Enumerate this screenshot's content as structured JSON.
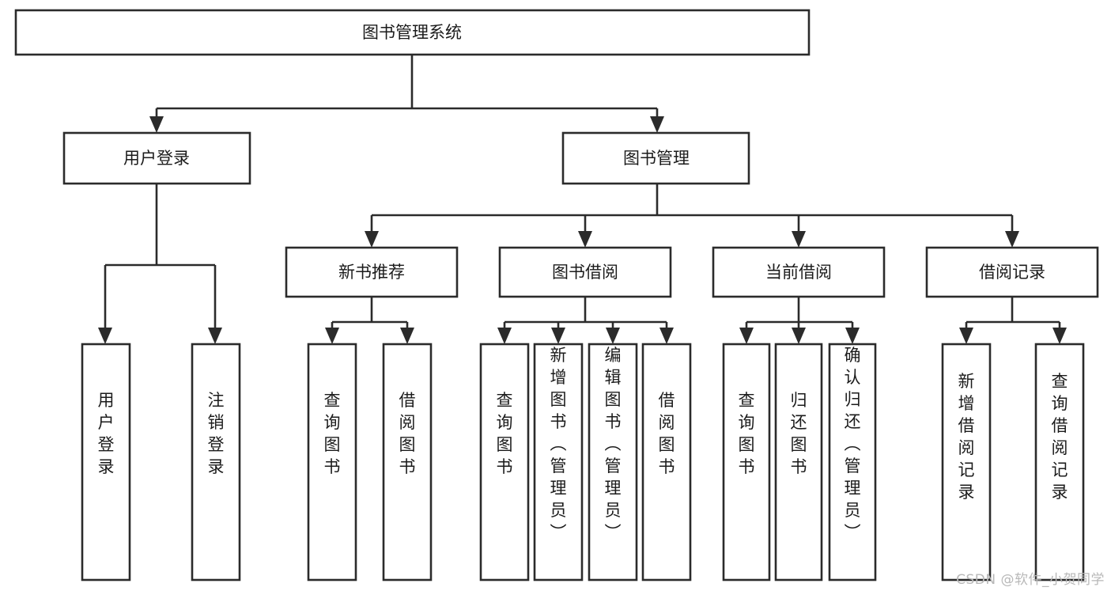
{
  "diagram": {
    "title": "图书管理系统",
    "type": "tree",
    "orientation": "top-down",
    "colors": {
      "box_stroke": "#2b2b2b",
      "box_fill": "#ffffff",
      "connector": "#2b2b2b",
      "text": "#1b1b1b",
      "background": "#ffffff",
      "watermark": "#b8b8b8"
    },
    "root": {
      "label": "图书管理系统"
    },
    "level2": [
      {
        "label": "用户登录"
      },
      {
        "label": "图书管理"
      }
    ],
    "level3": [
      {
        "label": "新书推荐"
      },
      {
        "label": "图书借阅"
      },
      {
        "label": "当前借阅"
      },
      {
        "label": "借阅记录"
      }
    ],
    "leaves_user_login": [
      {
        "label": "用户登录"
      },
      {
        "label": "注销登录"
      }
    ],
    "leaves_new_book": [
      {
        "label": "查询图书"
      },
      {
        "label": "借阅图书"
      }
    ],
    "leaves_borrow": [
      {
        "label": "查询图书"
      },
      {
        "label": "新增图书（管理员）"
      },
      {
        "label": "编辑图书（管理员）"
      },
      {
        "label": "借阅图书"
      }
    ],
    "leaves_current": [
      {
        "label": "查询图书"
      },
      {
        "label": "归还图书"
      },
      {
        "label": "确认归还（管理员）"
      }
    ],
    "leaves_records": [
      {
        "label": "新增借阅记录"
      },
      {
        "label": "查询借阅记录"
      }
    ]
  },
  "watermark": {
    "text": "CSDN @软件_小贺同学"
  }
}
